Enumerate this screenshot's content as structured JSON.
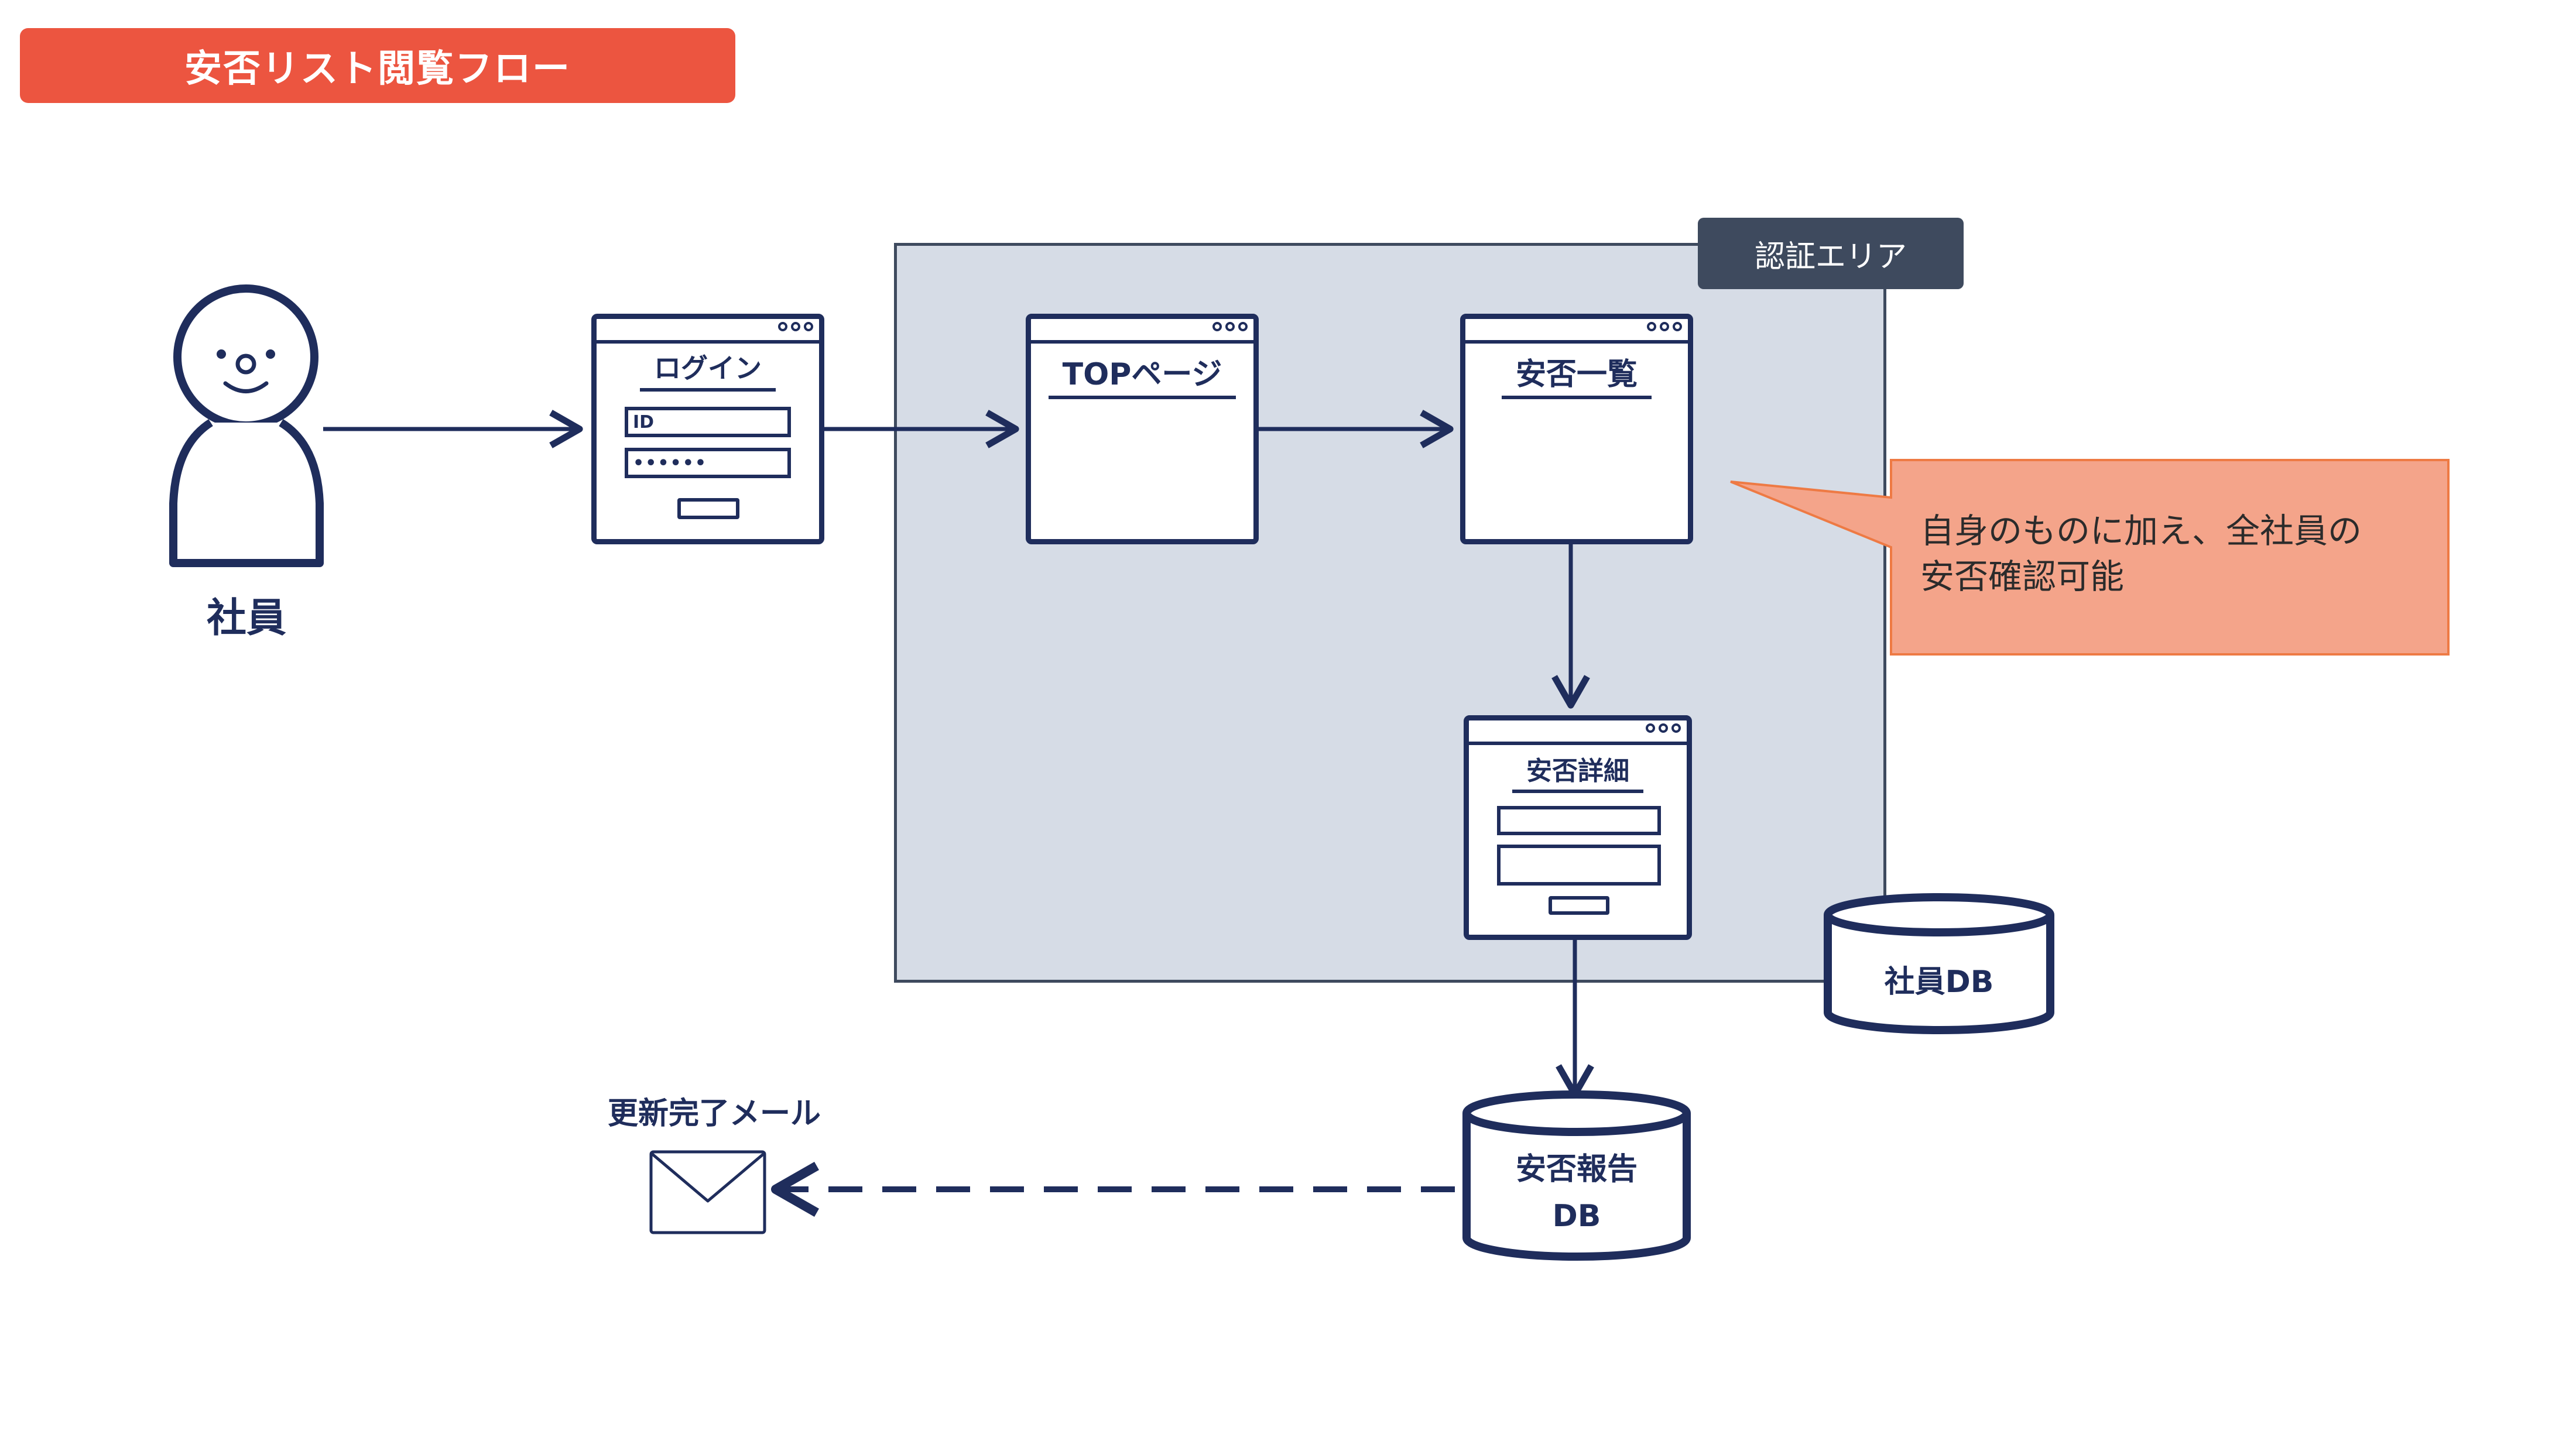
{
  "title": "安否リスト閲覧フロー",
  "auth_area_label": "認証エリア",
  "actor": {
    "label": "社員"
  },
  "login_window": {
    "title": "ログイン",
    "id_field": "ID",
    "password_field": "••••••"
  },
  "top_window": {
    "title": "TOPページ"
  },
  "list_window": {
    "title": "安否一覧"
  },
  "detail_window": {
    "title": "安否詳細"
  },
  "callout": {
    "line1": "自身のものに加え、全社員の",
    "line2": "安否確認可能"
  },
  "employee_db": {
    "label": "社員DB"
  },
  "report_db": {
    "line1": "安否報告",
    "line2": "DB"
  },
  "mail": {
    "label": "更新完了メール"
  },
  "colors": {
    "navy": "#1f2d5c",
    "banner": "#ec5540",
    "auth_area": "#d6dce6",
    "auth_label": "#3e4a5e",
    "callout_fill": "#f4a48a",
    "callout_border": "#ee7a44"
  }
}
